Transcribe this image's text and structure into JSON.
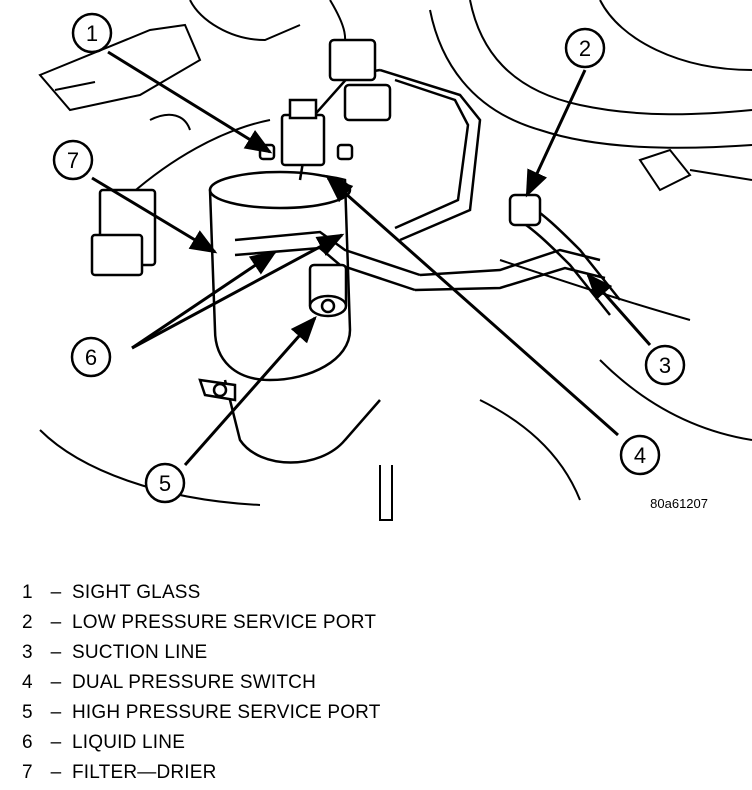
{
  "figure": {
    "figure_id": "80a61207",
    "callouts": [
      "1",
      "2",
      "3",
      "4",
      "5",
      "6",
      "7"
    ]
  },
  "legend": [
    {
      "num": "1",
      "dash": "–",
      "label": "SIGHT GLASS"
    },
    {
      "num": "2",
      "dash": "–",
      "label": "LOW PRESSURE SERVICE PORT"
    },
    {
      "num": "3",
      "dash": "–",
      "label": "SUCTION LINE"
    },
    {
      "num": "4",
      "dash": "–",
      "label": "DUAL PRESSURE SWITCH"
    },
    {
      "num": "5",
      "dash": "–",
      "label": "HIGH PRESSURE SERVICE PORT"
    },
    {
      "num": "6",
      "dash": "–",
      "label": "LIQUID LINE"
    },
    {
      "num": "7",
      "dash": "–",
      "label": "FILTER—DRIER"
    }
  ]
}
